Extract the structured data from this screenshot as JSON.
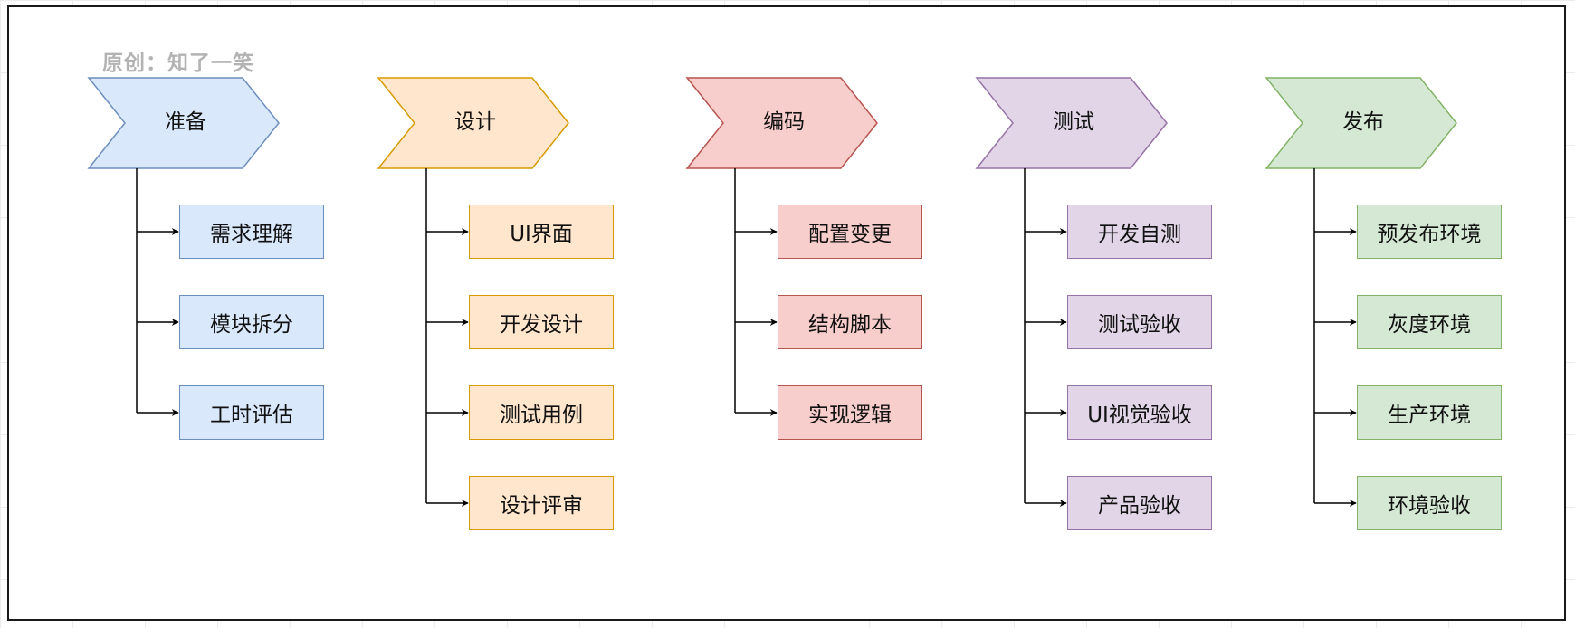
{
  "credit": "原创：知了一笑",
  "stages": [
    {
      "label": "准备",
      "fill": "#dae8fc",
      "stroke": "#6c8ebf",
      "tasks": [
        "需求理解",
        "模块拆分",
        "工时评估"
      ]
    },
    {
      "label": "设计",
      "fill": "#ffe6cc",
      "stroke": "#d79b00",
      "tasks": [
        "UI界面",
        "开发设计",
        "测试用例",
        "设计评审"
      ]
    },
    {
      "label": "编码",
      "fill": "#f8cecc",
      "stroke": "#b85450",
      "tasks": [
        "配置变更",
        "结构脚本",
        "实现逻辑"
      ]
    },
    {
      "label": "测试",
      "fill": "#e1d5e7",
      "stroke": "#9673a6",
      "tasks": [
        "开发自测",
        "测试验收",
        "UI视觉验收",
        "产品验收"
      ]
    },
    {
      "label": "发布",
      "fill": "#d5e8d4",
      "stroke": "#82b366",
      "tasks": [
        "预发布环境",
        "灰度环境",
        "生产环境",
        "环境验收"
      ]
    }
  ]
}
